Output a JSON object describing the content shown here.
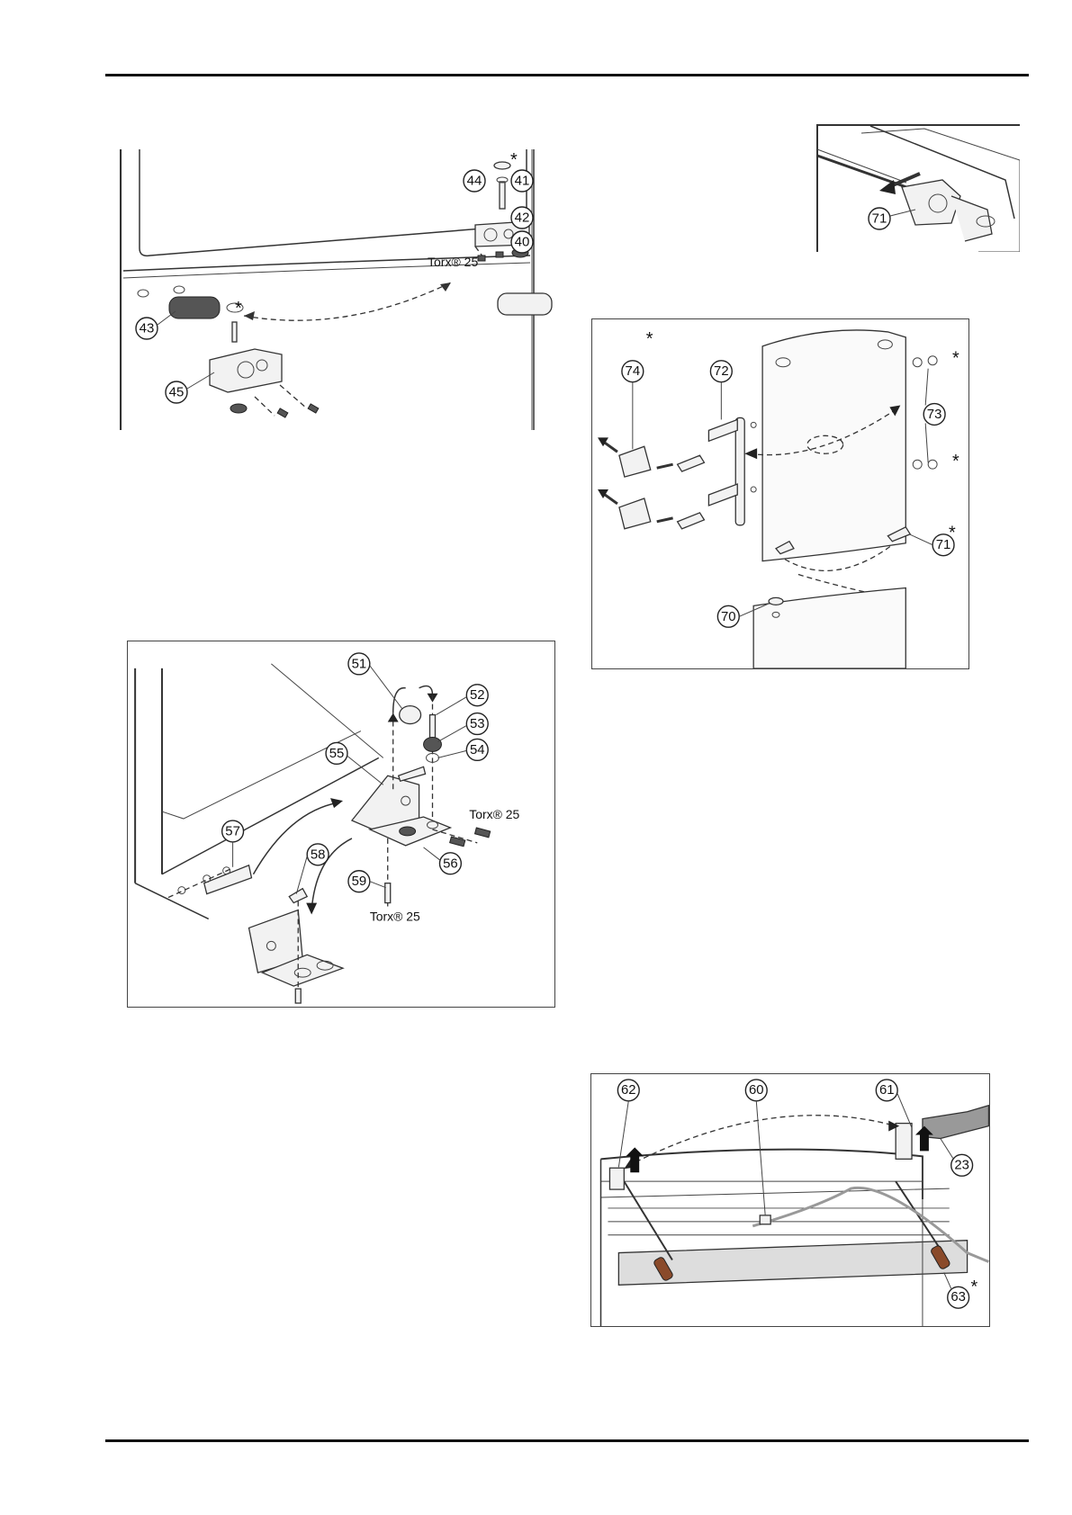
{
  "figures": {
    "fig1": {
      "callouts": [
        "44",
        "41",
        "42",
        "40",
        "43",
        "45"
      ],
      "torx_label": "Torx® 25",
      "star": "*"
    },
    "fig2": {
      "callouts": [
        "71"
      ]
    },
    "fig3": {
      "callouts": [
        "74",
        "72",
        "73",
        "71",
        "70"
      ],
      "star": "*"
    },
    "fig4": {
      "callouts": [
        "51",
        "52",
        "53",
        "54",
        "55",
        "57",
        "58",
        "56",
        "59"
      ],
      "torx_label_1": "Torx® 25",
      "torx_label_2": "Torx® 25"
    },
    "fig5": {
      "callouts": [
        "62",
        "60",
        "61",
        "23",
        "63"
      ],
      "star": "*"
    }
  }
}
